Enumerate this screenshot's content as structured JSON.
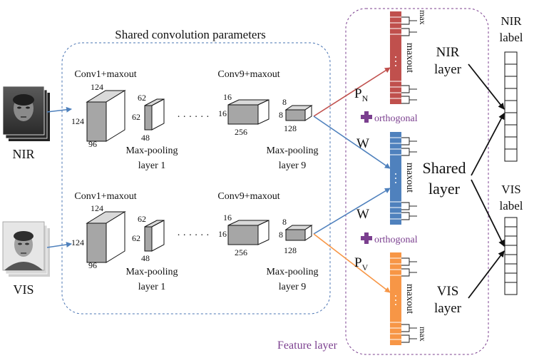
{
  "shared_title": "Shared convolution parameters",
  "feature_title": "Feature layer",
  "inputs": {
    "nir": "NIR",
    "vis": "VIS"
  },
  "top_row": {
    "conv1": "Conv1+maxout",
    "conv9": "Conv9+maxout",
    "pool1_l1": "Max-pooling",
    "pool1_l2": "layer 1",
    "pool9_l1": "Max-pooling",
    "pool9_l2": "layer 9",
    "d124a": "124",
    "d124b": "124",
    "d96": "96",
    "d62a": "62",
    "d62b": "62",
    "d48": "48",
    "d16a": "16",
    "d16b": "16",
    "d256": "256",
    "d8a": "8",
    "d8b": "8",
    "d128": "128",
    "dots": "· · · · · ·"
  },
  "bottom_row": {
    "conv1": "Conv1+maxout",
    "conv9": "Conv9+maxout",
    "pool1_l1": "Max-pooling",
    "pool1_l2": "layer 1",
    "pool9_l1": "Max-pooling",
    "pool9_l2": "layer 9",
    "d124a": "124",
    "d124b": "124",
    "d96": "96",
    "d62a": "62",
    "d62b": "62",
    "d48": "48",
    "d16a": "16",
    "d16b": "16",
    "d256": "256",
    "d8a": "8",
    "d8b": "8",
    "d128": "128",
    "dots": "· · · · · ·"
  },
  "weights": {
    "pn": "P",
    "pn_sub": "N",
    "w1": "W",
    "w2": "W",
    "pv": "P",
    "pv_sub": "V"
  },
  "orthogonal": {
    "label1": "orthogonal",
    "label2": "orthogonal"
  },
  "bars": {
    "max_top": "max",
    "maxout_top": "maxout",
    "maxout_mid": "maxout",
    "maxout_bot": "maxout",
    "max_bot": "max"
  },
  "layers": {
    "nir_l1": "NIR",
    "nir_l2": "layer",
    "shared_l1": "Shared",
    "shared_l2": "layer",
    "vis_l1": "VIS",
    "vis_l2": "layer"
  },
  "labels": {
    "nir_l1": "NIR",
    "nir_l2": "label",
    "vis_l1": "VIS",
    "vis_l2": "label"
  },
  "colors": {
    "nir": "#c0504d",
    "shared": "#4f81bd",
    "vis": "#f79646",
    "purple": "#7b3f8f",
    "dash_blue": "#4a74b3"
  }
}
